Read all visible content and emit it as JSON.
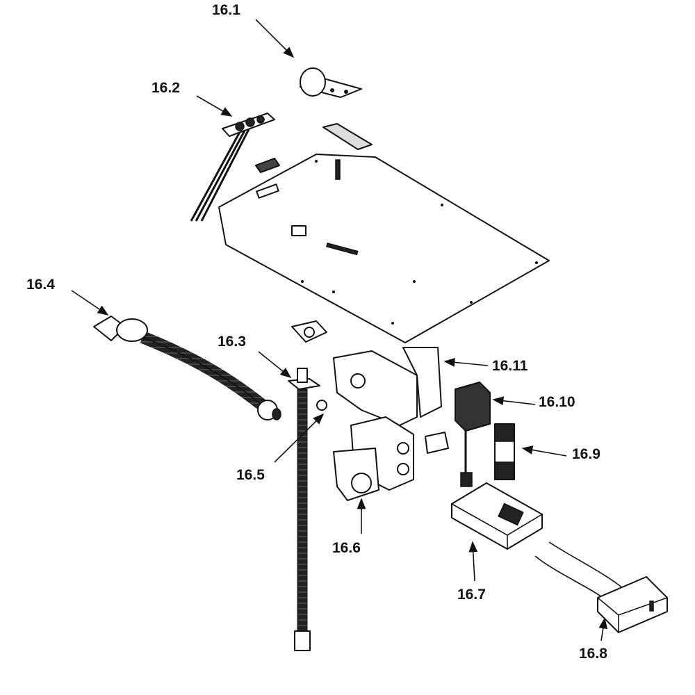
{
  "diagram": {
    "labels": {
      "p16_1": "16.1",
      "p16_2": "16.2",
      "p16_3": "16.3",
      "p16_4": "16.4",
      "p16_5": "16.5",
      "p16_6": "16.6",
      "p16_7": "16.7",
      "p16_8": "16.8",
      "p16_9": "16.9",
      "p16_10": "16.10",
      "p16_11": "16.11"
    }
  }
}
